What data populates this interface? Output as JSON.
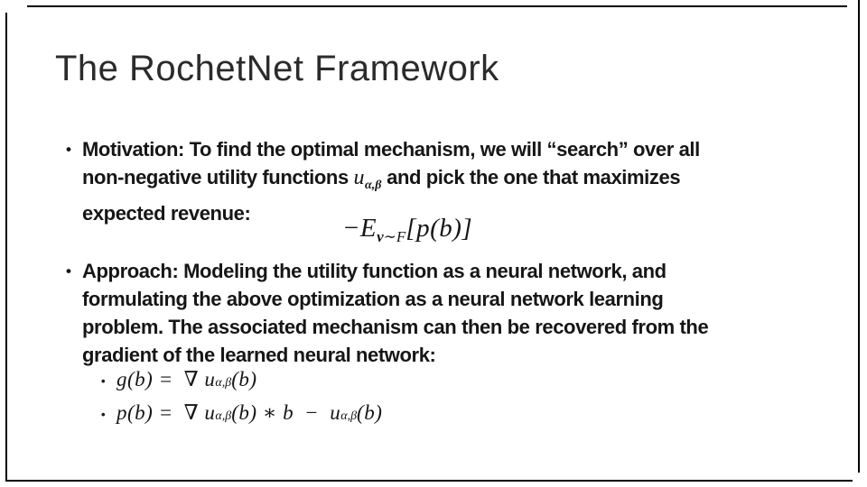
{
  "slide": {
    "title": "The RochetNet Framework",
    "bullet_char": "•",
    "bullets": {
      "motivation": {
        "line1": "Motivation: To find the optimal mechanism, we will “search” over all",
        "line2_pre": "non-negative utility functions ",
        "math_base": "u",
        "math_sub": "α,β",
        "line2_post": " and pick the one that maximizes",
        "line3": "expected revenue:"
      },
      "approach": {
        "line1": "Approach: Modeling the utility function as a neural network, and",
        "line2": "formulating the above optimization as a neural network learning",
        "line3": "problem. The associated mechanism can then be recovered from the",
        "line4": "gradient of the learned neural network:"
      }
    },
    "revenue_formula": {
      "pre": "−E",
      "sub_v": "v",
      "sub_rest": "∼F",
      "post": "[p(b)]"
    },
    "gradient_formulas": {
      "g": {
        "pre": "g(b) = ∇ ",
        "base": "u",
        "sub": "α,β",
        "post": "(b)"
      },
      "p": {
        "pre": "p(b) = ∇ ",
        "base": "u",
        "sub": "α,β",
        "mid": "(b) ∗ b − ",
        "base2": "u",
        "sub2": "α,β",
        "post2": "(b)"
      }
    }
  }
}
